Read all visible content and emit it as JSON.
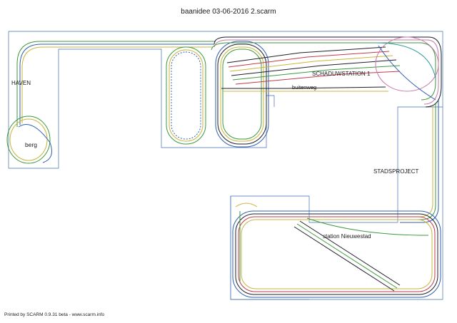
{
  "title": "baanidee 03-06-2016 2.scarm",
  "footer": "Printed by SCARM 0.9.31 beta - www.scarm.info",
  "labels": {
    "haven": "HAVEN",
    "berg": "berg",
    "schaduwstation": "SCHADUWSTATION 1",
    "buitenweg": "buitenweg",
    "stadsproject": "STADSPROJECT",
    "station_nieuwestad": "station Nieuwestad"
  },
  "colors": {
    "baseboard": "#3f6fb5",
    "track_blue": "#2f5fb0",
    "track_green": "#3c9a3c",
    "track_yellow": "#c9b53a",
    "track_dark": "#1e1e2a",
    "track_red": "#c23a4a",
    "track_pink": "#c77aa8",
    "track_teal": "#2f9a9a"
  }
}
